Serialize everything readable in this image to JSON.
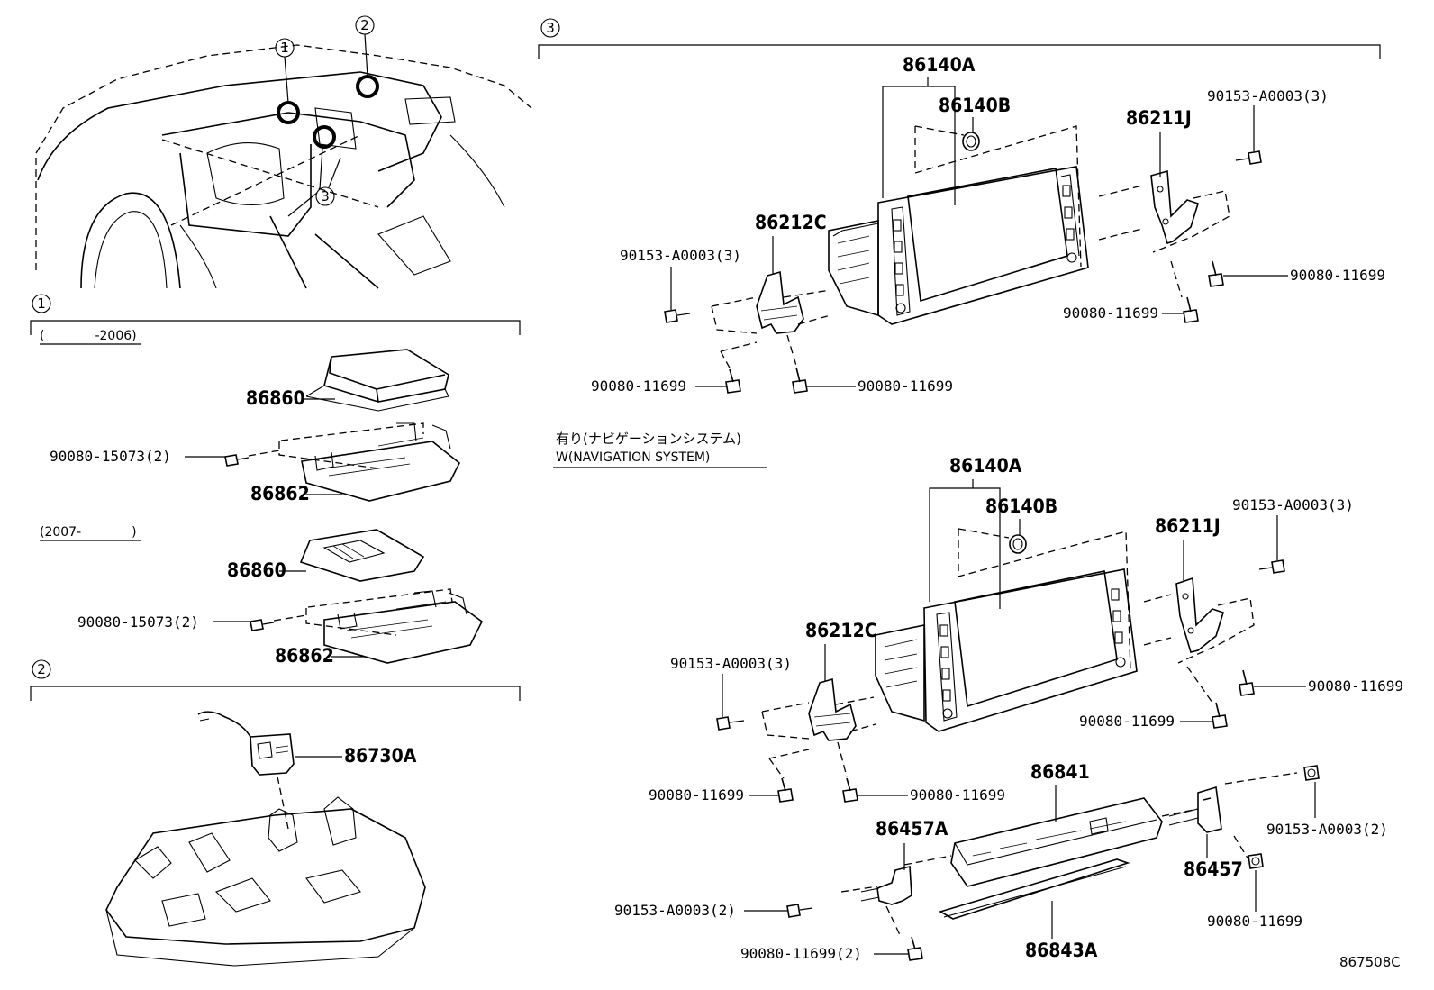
{
  "diagram": {
    "reference_code": "867508C",
    "callouts": [
      "1",
      "2",
      "3"
    ],
    "section1": {
      "variant_a_range": "(　　　　-2006)",
      "variant_b_range": "(2007-　　　　)",
      "parts_a": {
        "module": "86860",
        "bracket": "86862",
        "screw": "90080-15073(2)"
      },
      "parts_b": {
        "module": "86860",
        "bracket": "86862",
        "screw": "90080-15073(2)"
      }
    },
    "section2": {
      "parts": {
        "camera": "86730A"
      }
    },
    "section3": {
      "upper": {
        "unit": "86140A",
        "knob": "86140B",
        "bracket_right": "86211J",
        "bracket_left": "86212C",
        "screw_left": "90153-A0003(3)",
        "screw_right": "90153-A0003(3)",
        "bolt_left_1": "90080-11699",
        "bolt_left_2": "90080-11699",
        "bolt_right_1": "90080-11699",
        "bolt_right_2": "90080-11699"
      },
      "nav_note_jp": "有り(ナビゲーションシステム)",
      "nav_note_en": "W(NAVIGATION SYSTEM)",
      "lower": {
        "unit": "86140A",
        "knob": "86140B",
        "bracket_right": "86211J",
        "bracket_left": "86212C",
        "screw_left": "90153-A0003(3)",
        "screw_right": "90153-A0003(3)",
        "bolt_left_1": "90080-11699",
        "bolt_left_2": "90080-11699",
        "bolt_right_1": "90080-11699",
        "bolt_right_2": "90080-11699",
        "module": "86841",
        "bracket_a": "86457A",
        "bracket_b": "86457",
        "cover": "86843A",
        "screw_a": "90153-A0003(2)",
        "screw_b": "90153-A0003(2)",
        "bolt_a": "90080-11699(2)",
        "bolt_b": "90080-11699"
      }
    }
  }
}
